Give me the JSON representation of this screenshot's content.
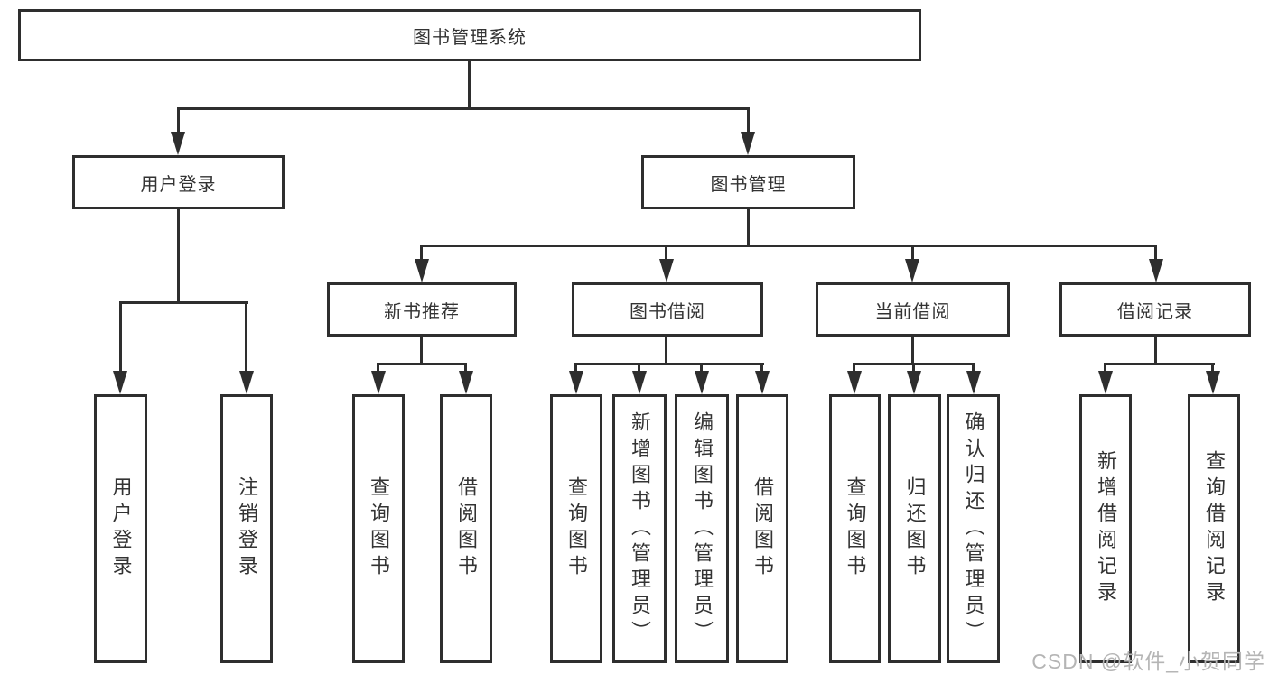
{
  "diagram_title": "图书管理系统",
  "tree": {
    "root": {
      "label": "图书管理系统"
    },
    "branches": [
      {
        "label": "用户登录",
        "children": [
          {
            "label": "用户登录"
          },
          {
            "label": "注销登录"
          }
        ]
      },
      {
        "label": "图书管理",
        "children": [
          {
            "label": "新书推荐",
            "children": [
              {
                "label": "查询图书"
              },
              {
                "label": "借阅图书"
              }
            ]
          },
          {
            "label": "图书借阅",
            "children": [
              {
                "label": "查询图书"
              },
              {
                "label": "新增图书（管理员）"
              },
              {
                "label": "编辑图书（管理员）"
              },
              {
                "label": "借阅图书"
              }
            ]
          },
          {
            "label": "当前借阅",
            "children": [
              {
                "label": "查询图书"
              },
              {
                "label": "归还图书"
              },
              {
                "label": "确认归还（管理员）"
              }
            ]
          },
          {
            "label": "借阅记录",
            "children": [
              {
                "label": "新增借阅记录"
              },
              {
                "label": "查询借阅记录"
              }
            ]
          }
        ]
      }
    ]
  },
  "watermark": {
    "text": "CSDN @软件_小贺同学"
  },
  "colors": {
    "line": "#2e2e2e",
    "text": "#333333",
    "watermark": "#b5b5b5",
    "background": "#ffffff"
  }
}
